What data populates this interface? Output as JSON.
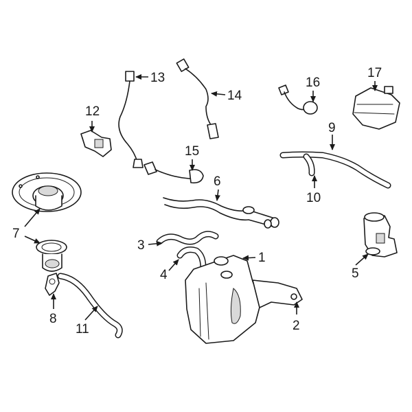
{
  "callouts": {
    "c1": "1",
    "c2": "2",
    "c3": "3",
    "c4": "4",
    "c5": "5",
    "c6": "6",
    "c7": "7",
    "c8": "8",
    "c9": "9",
    "c10": "10",
    "c11": "11",
    "c12": "12",
    "c13": "13",
    "c14": "14",
    "c15": "15",
    "c16": "16",
    "c17": "17"
  },
  "colors": {
    "ink": "#1a1a1a",
    "background": "#ffffff",
    "shade": "#d9d9d9"
  }
}
